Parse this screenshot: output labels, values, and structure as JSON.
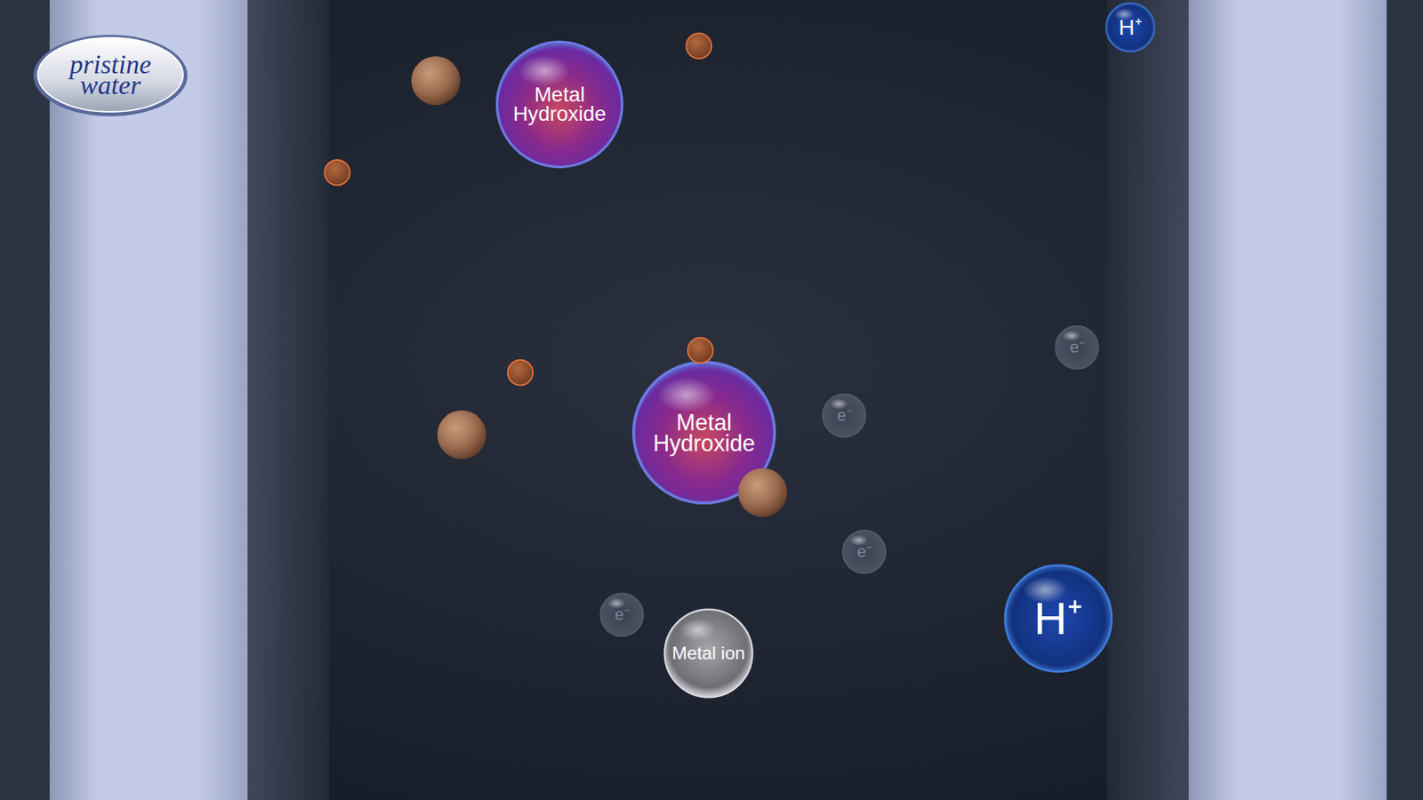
{
  "diagram": {
    "nodes": [
      {
        "text": [
          "H⁺"
        ]
      },
      {
        "text": [
          "Metal Hydroxide"
        ]
      },
      {
        "text": [
          "e⁻"
        ]
      },
      {
        "text": [
          "Metal Hydroxide"
        ]
      },
      {
        "text": [
          "e⁻"
        ]
      },
      {
        "text": [
          "e⁻"
        ]
      },
      {
        "text": [
          "H⁺"
        ]
      },
      {
        "text": [
          "e⁻"
        ]
      },
      {
        "text": [
          "Metal ion"
        ]
      }
    ],
    "labels": [
      "pristine water"
    ]
  }
}
